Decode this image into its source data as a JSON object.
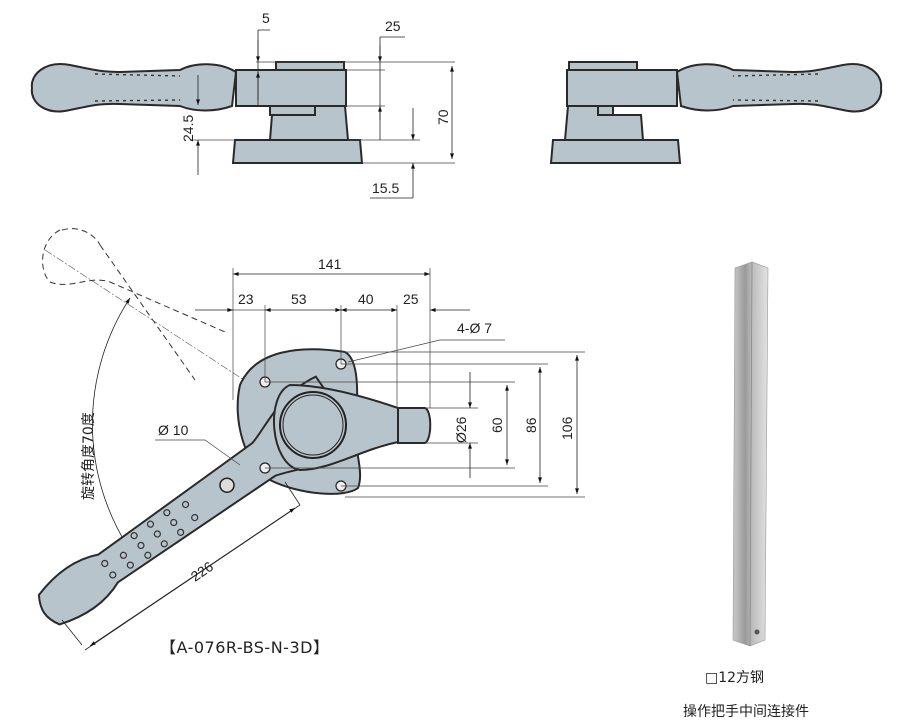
{
  "side_view_left": {
    "dims": {
      "d5": "5",
      "d25": "25",
      "d70": "70",
      "d24_5": "24.5",
      "d15_5": "15.5"
    }
  },
  "front_view": {
    "dims": {
      "d141": "141",
      "d23": "23",
      "d53": "53",
      "d40": "40",
      "d25": "25",
      "holes": "4-Ø 7",
      "d_dia26": "Ø26",
      "d60": "60",
      "d86": "86",
      "d106": "106",
      "d_dia10": "Ø 10",
      "d226": "226"
    },
    "rotation_label": "旋转角度70度",
    "model_code": "【A-076R-BS-N-3D】"
  },
  "connector": {
    "size_label": "□12方钢",
    "caption": "操作把手中间连接件"
  },
  "colors": {
    "part_fill": "#b8c4cb",
    "outline": "#2a2a2a"
  }
}
